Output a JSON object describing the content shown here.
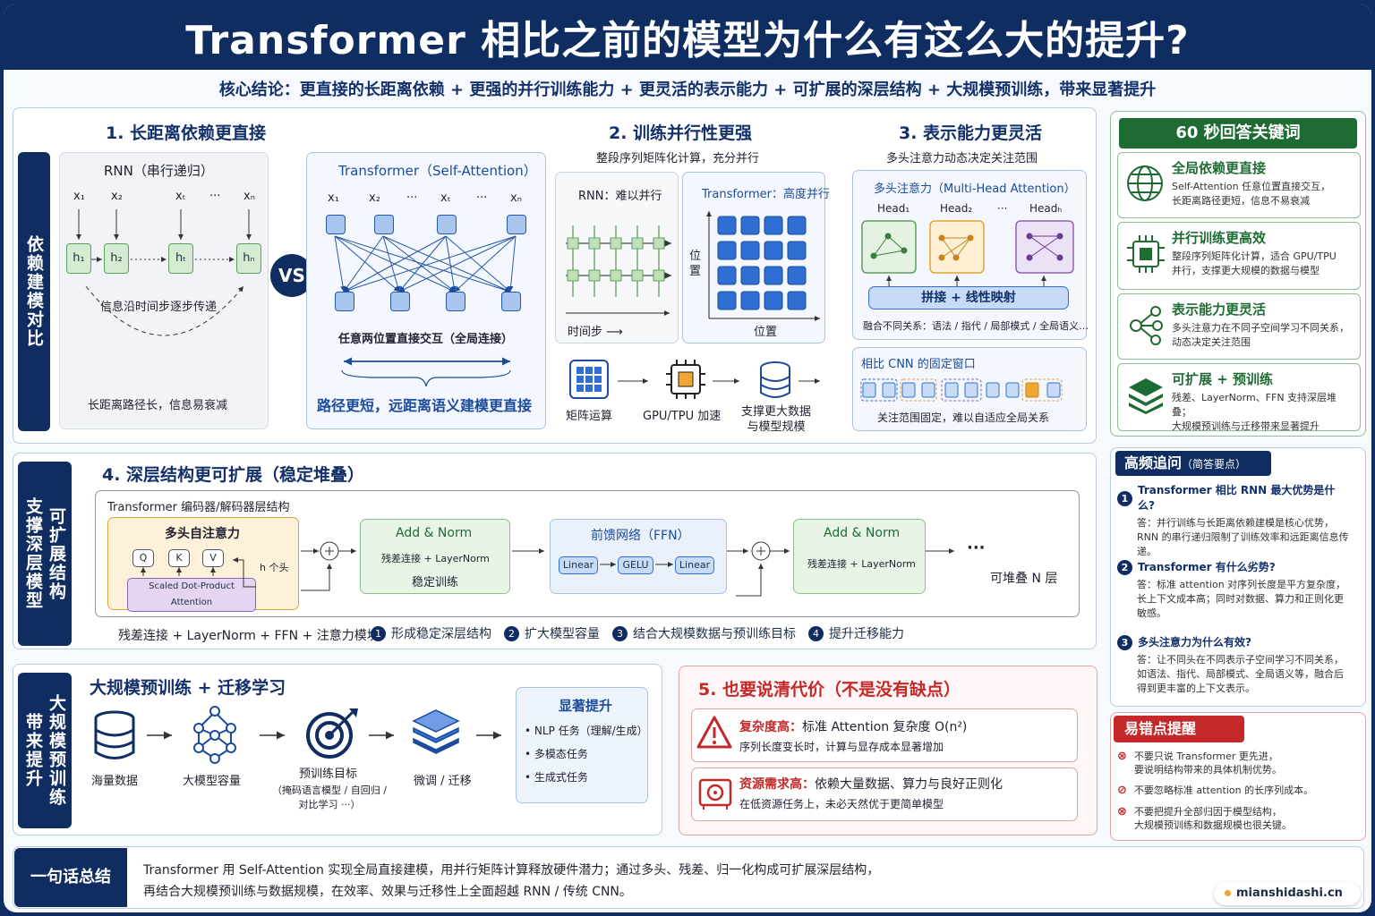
{
  "title": "Transformer 相比之前的模型为什么有这么大的提升?",
  "conclusion": "核心结论：更直接的长距离依赖 + 更强的并行训练能力 + 更灵活的表示能力 + 可扩展的深层结构 + 大规模预训练，带来显著提升",
  "s1": {
    "side": "依赖建模对比",
    "heading": "1. 长距离依赖更直接",
    "rnn_title": "RNN（串行递归）",
    "rnn_inputs": [
      "x₁",
      "x₂",
      "xₜ",
      "···",
      "xₙ"
    ],
    "rnn_hidden": [
      "h₁",
      "h₂",
      "hₜ",
      "hₙ"
    ],
    "rnn_flow": "信息沿时间步逐步传递",
    "rnn_note": "长距离路径长，信息易衰减",
    "vs": "VS",
    "tf_title": "Transformer（Self-Attention）",
    "tf_inputs": [
      "x₁",
      "x₂",
      "···",
      "xₜ",
      "···",
      "xₙ"
    ],
    "tf_note": "任意两位置直接交互（全局连接）",
    "tf_summary": "路径更短，远距离语义建模更直接"
  },
  "s2": {
    "heading": "2. 训练并行性更强",
    "sub": "整段序列矩阵化计算，充分并行",
    "rnn_label": "RNN：难以并行",
    "time_label": "时间步 ⟶",
    "tf_label": "Transformer：高度并行",
    "pos_y": "位置",
    "pos_x": "位置",
    "icons": [
      {
        "name": "matrix",
        "label": "矩阵运算"
      },
      {
        "name": "chip",
        "label": "GPU/TPU 加速"
      },
      {
        "name": "db",
        "label": "支撑更大数据\n与模型规模"
      }
    ]
  },
  "s3": {
    "heading": "3. 表示能力更灵活",
    "sub": "多头注意力动态决定关注范围",
    "mha_title": "多头注意力（Multi-Head Attention）",
    "heads": [
      "Head₁",
      "Head₂",
      "···",
      "Headₕ"
    ],
    "concat": "拼接 + 线性映射",
    "fuse": "融合不同关系：语法 / 指代 / 局部模式 / 全局语义…",
    "cnn_title": "相比 CNN 的固定窗口",
    "cnn_note": "关注范围固定，难以自适应全局关系"
  },
  "quick": {
    "title": "60 秒回答关键词",
    "items": [
      {
        "icon": "globe",
        "title": "全局依赖更直接",
        "desc": "Self-Attention 任意位置直接交互，\n长距离路径更短，信息不易衰减"
      },
      {
        "icon": "chip",
        "title": "并行训练更高效",
        "desc": "整段序列矩阵化计算，适合 GPU/TPU\n并行，支撑更大规模的数据与模型"
      },
      {
        "icon": "network",
        "title": "表示能力更灵活",
        "desc": "多头注意力在不同子空间学习不同关系，\n动态决定关注范围"
      },
      {
        "icon": "layers",
        "title": "可扩展 + 预训练",
        "desc": "残差、LayerNorm、FFN 支持深层堆叠；\n大规模预训练与迁移带来显著提升"
      }
    ]
  },
  "s4": {
    "side1": "可扩展结构",
    "side2": "支撑深层模型",
    "heading": "4. 深层结构更可扩展（稳定堆叠）",
    "arch": "Transformer 编码器/解码器层结构",
    "mhsa": "多头自注意力",
    "qkv": [
      "Q",
      "K",
      "V"
    ],
    "sdpa": "Scaled Dot-Product Attention",
    "hheads": "h 个头",
    "an1_title": "Add & Norm",
    "an1_desc": "残差连接 + LayerNorm",
    "an1_desc2": "稳定训练",
    "ffn_title": "前馈网络（FFN）",
    "ffn_parts": [
      "Linear",
      "GELU",
      "Linear"
    ],
    "an2_title": "Add & Norm",
    "an2_desc": "残差连接 + LayerNorm",
    "dots": "···",
    "stack": "可堆叠 N 层",
    "lead": "残差连接 + LayerNorm + FFN + 注意力模块",
    "steps": [
      "形成稳定深层结构",
      "扩大模型容量",
      "结合大规模数据与预训练目标",
      "提升迁移能力"
    ]
  },
  "s6": {
    "side1": "大规模预训练",
    "side2": "带来提升",
    "heading": "大规模预训练 + 迁移学习",
    "flow": [
      {
        "label": "海量数据",
        "sub": ""
      },
      {
        "label": "大模型容量",
        "sub": ""
      },
      {
        "label": "预训练目标",
        "sub": "（掩码语言模型 / 自回归 /\n对比学习 ···）"
      },
      {
        "label": "微调 / 迁移",
        "sub": ""
      }
    ],
    "gain_title": "显著提升",
    "gains": [
      "NLP 任务（理解/生成）",
      "多模态任务",
      "生成式任务"
    ]
  },
  "s5": {
    "heading": "5. 也要说清代价（不是没有缺点）",
    "c1_title": "复杂度高：",
    "c1_main": "标准 Attention 复杂度  O(n²)",
    "c1_desc": "序列长度变长时，计算与显存成本显著增加",
    "c2_title": "资源需求高：",
    "c2_main": "依赖大量数据、算力与良好正则化",
    "c2_desc": "在低资源任务上，未必天然优于更简单模型"
  },
  "faq": {
    "title": "高频追问",
    "title_sub": "（简答要点）",
    "items": [
      {
        "q": "Transformer 相比 RNN 最大优势是什么?",
        "a": "答：并行训练与长距离依赖建模是核心优势，RNN 的串行递归限制了训练效率和远距离信息传递。"
      },
      {
        "q": "Transformer 有什么劣势?",
        "a": "答：标准 attention 对序列长度是平方复杂度，长上下文成本高；同时对数据、算力和正则化更敏感。"
      },
      {
        "q": "多头注意力为什么有效?",
        "a": "答：让不同头在不同表示子空间学习不同关系，如语法、指代、局部模式、全局语义等，融合后得到更丰富的上下文表示。"
      }
    ]
  },
  "pitfalls": {
    "title": "易错点提醒",
    "items": [
      "不要只说 Transformer 更先进，\n要说明结构带来的具体机制优势。",
      "不要忽略标准 attention 的长序列成本。",
      "不要把提升全部归因于模型结构，\n大规模预训练和数据规模也很关键。"
    ]
  },
  "summary": {
    "label": "一句话总结",
    "text1": "Transformer 用 Self-Attention 实现全局直接建模，用并行矩阵计算释放硬件潜力；通过多头、残差、归一化构成可扩展深层结构，",
    "text2": "再结合大规模预训练与数据规模，在效率、效果与迁移性上全面超越 RNN / 传统 CNN。"
  },
  "brand": "mianshidashi.cn",
  "colors": {
    "navy": "#0f2d61",
    "green": "#1f6b34",
    "red": "#c42828"
  }
}
